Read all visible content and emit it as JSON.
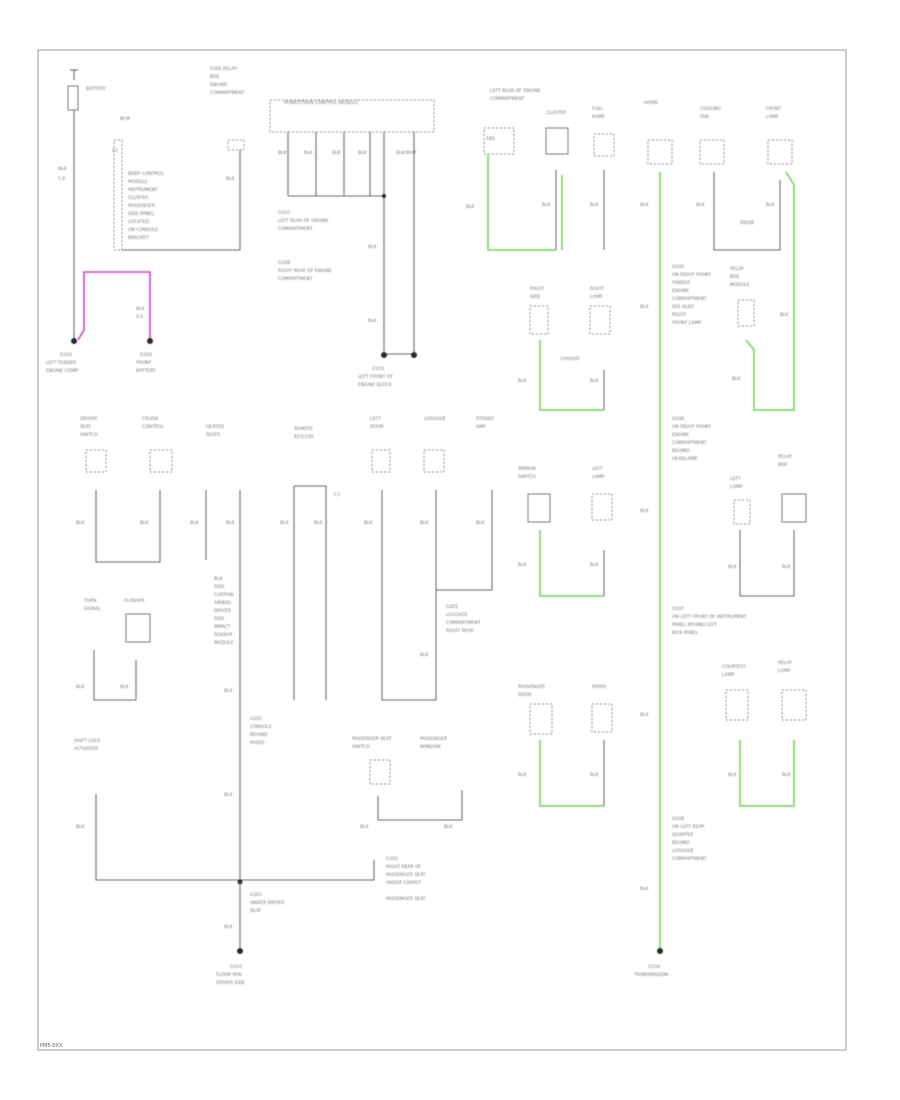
{
  "footer": {
    "ref": "PM5-0XX"
  },
  "colors": {
    "wire": "#6a6a6a",
    "green_wire": "#86d672",
    "pink_wire": "#c844c8",
    "frame": "#a8a8a8"
  },
  "labels": {
    "battery": "BATTERY",
    "ground_left": "G101",
    "ground_center": "G102",
    "ground_bottom": "G103",
    "ground_right": "G104"
  }
}
